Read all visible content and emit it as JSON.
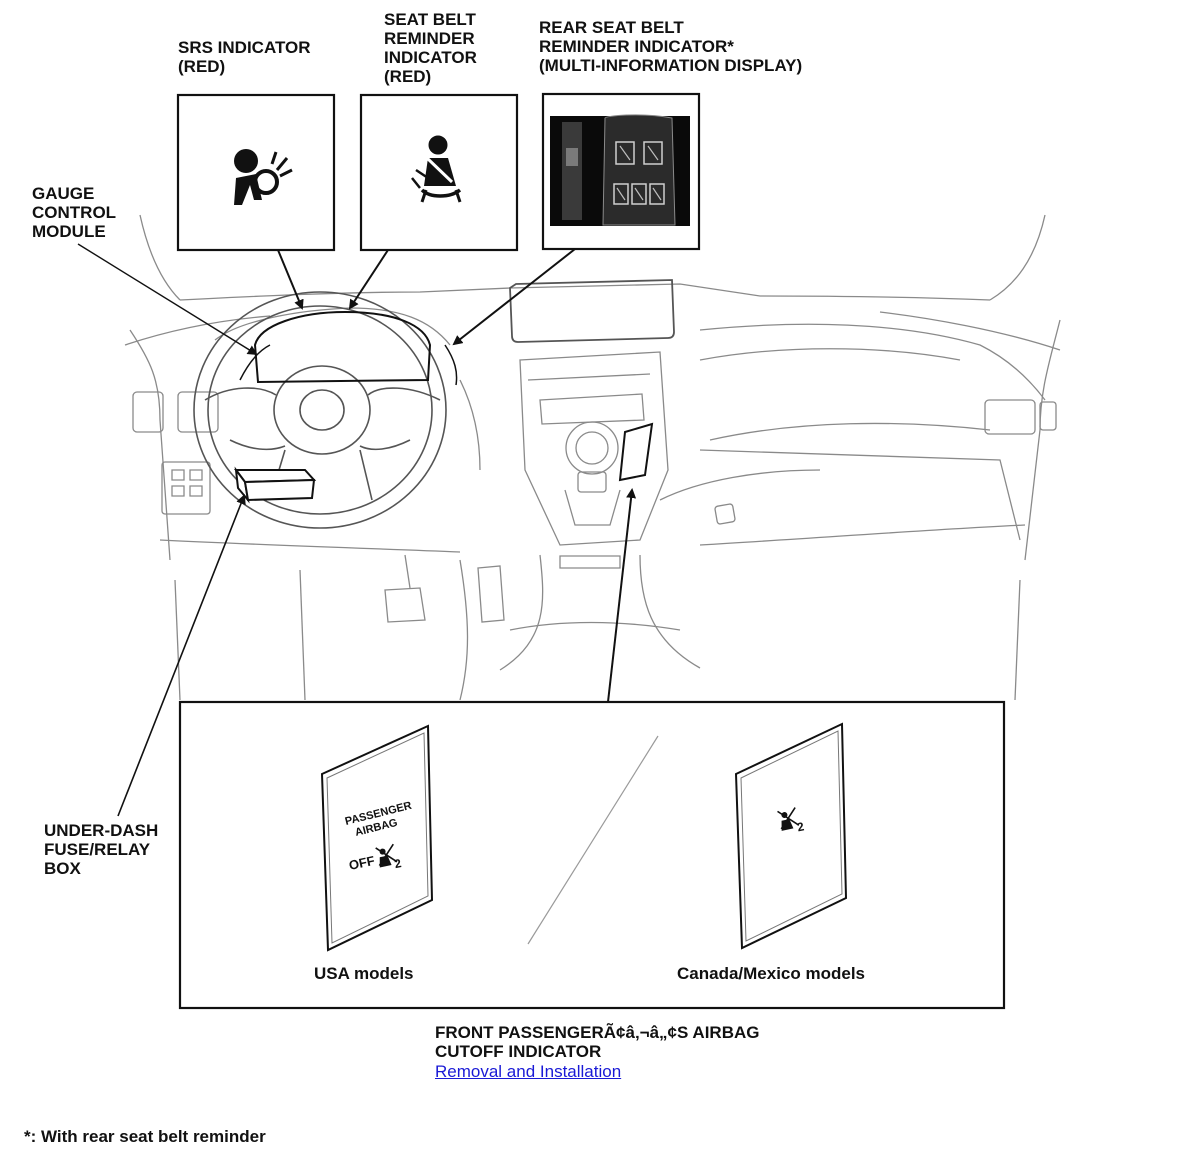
{
  "labels": {
    "srs_indicator": "SRS INDICATOR\n(RED)",
    "seat_belt_reminder": "SEAT BELT\nREMINDER\nINDICATOR\n(RED)",
    "rear_seat_belt_reminder": "REAR SEAT BELT\nREMINDER INDICATOR*\n(MULTI-INFORMATION DISPLAY)",
    "gauge_control_module": "GAUGE\nCONTROL\nMODULE",
    "under_dash_fuse": "UNDER-DASH\nFUSE/RELAY\nBOX",
    "front_passenger_cutoff": "FRONT PASSENGERÃ¢â‚¬â„¢S AIRBAG\nCUTOFF INDICATOR"
  },
  "panel": {
    "usa_caption": "USA models",
    "canada_caption": "Canada/Mexico models",
    "usa_switch_text_line1": "PASSENGER",
    "usa_switch_text_line2": "AIRBAG",
    "usa_switch_off": "OFF",
    "icon_suffix": "2"
  },
  "link": {
    "removal_installation": "Removal and Installation"
  },
  "footnote": "*: With rear seat belt reminder",
  "colors": {
    "line": "#222222",
    "light_line": "#9a9a9a",
    "link": "#1a1ad6",
    "display_bg": "#0a0a0a"
  }
}
